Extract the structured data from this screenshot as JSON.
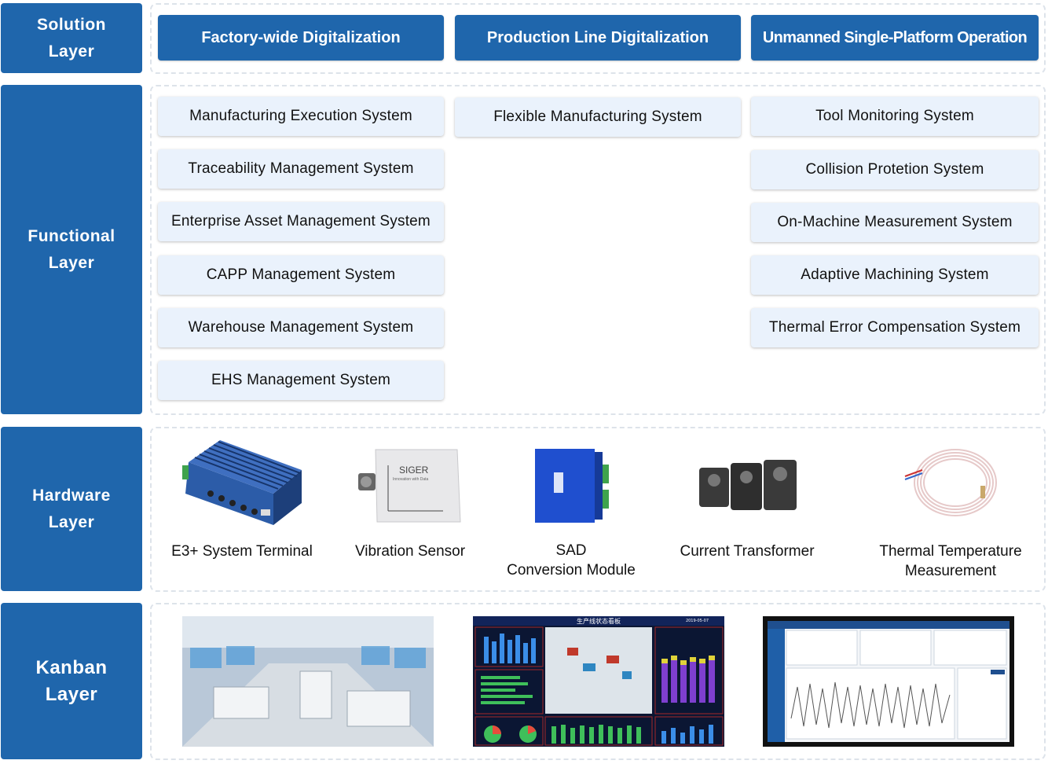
{
  "layers": {
    "solution": "Solution\nLayer",
    "functional": "Functional\nLayer",
    "hardware": "Hardware\nLayer",
    "kanban": "Kanban\nLayer"
  },
  "solutions": [
    "Factory-wide Digitalization",
    "Production Line Digitalization",
    "Unmanned Single-Platform Operation"
  ],
  "functional_left": [
    "Manufacturing Execution System",
    "Traceability Management System",
    "Enterprise Asset Management System",
    "CAPP Management System",
    "Warehouse Management System",
    "EHS Management System"
  ],
  "functional_mid": [
    "Flexible Manufacturing System"
  ],
  "functional_right": [
    "Tool Monitoring System",
    "Collision Protetion System",
    "On-Machine Measurement System",
    "Adaptive Machining System",
    "Thermal Error Compensation System"
  ],
  "hardware": {
    "e3": "E3+ System Terminal",
    "vibration": "Vibration Sensor",
    "sad": "SAD\nConversion Module",
    "ct": "Current Transformer",
    "thermal": "Thermal Temperature\nMeasurement",
    "sensor_brand": "SIGER",
    "sensor_tagline": "Innovation with Data"
  },
  "kanban": {
    "dashboard_title": "生产线状态看板",
    "dashboard_date": "2019-05-07"
  },
  "colors": {
    "primary": "#1f66ac",
    "box_fill": "#eaf2fc",
    "panel_border": "#dde3ea"
  }
}
